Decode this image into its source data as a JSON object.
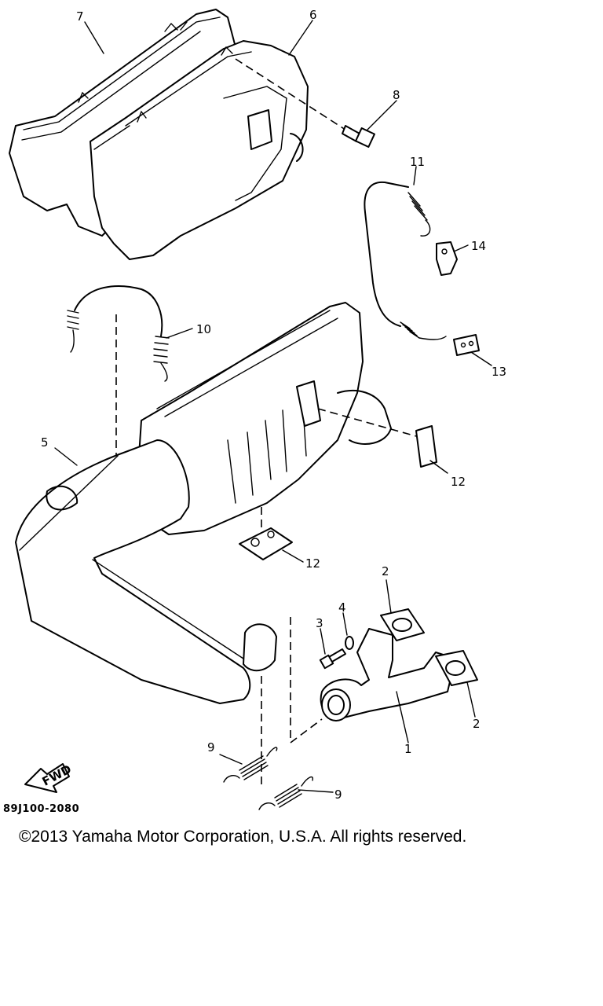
{
  "diagram": {
    "callouts": [
      {
        "id": "7",
        "text": "7"
      },
      {
        "id": "6",
        "text": "6"
      },
      {
        "id": "8",
        "text": "8"
      },
      {
        "id": "11",
        "text": "11"
      },
      {
        "id": "14",
        "text": "14"
      },
      {
        "id": "10",
        "text": "10"
      },
      {
        "id": "13",
        "text": "13"
      },
      {
        "id": "5",
        "text": "5"
      },
      {
        "id": "12a",
        "text": "12"
      },
      {
        "id": "12b",
        "text": "12"
      },
      {
        "id": "2a",
        "text": "2"
      },
      {
        "id": "4",
        "text": "4"
      },
      {
        "id": "3",
        "text": "3"
      },
      {
        "id": "2b",
        "text": "2"
      },
      {
        "id": "1",
        "text": "1"
      },
      {
        "id": "9a",
        "text": "9"
      },
      {
        "id": "9b",
        "text": "9"
      }
    ],
    "fwd_label": "FWD",
    "diagram_code": "89J100-2080"
  },
  "footer": {
    "copyright": "©2013 Yamaha Motor Corporation, U.S.A. All rights reserved."
  }
}
